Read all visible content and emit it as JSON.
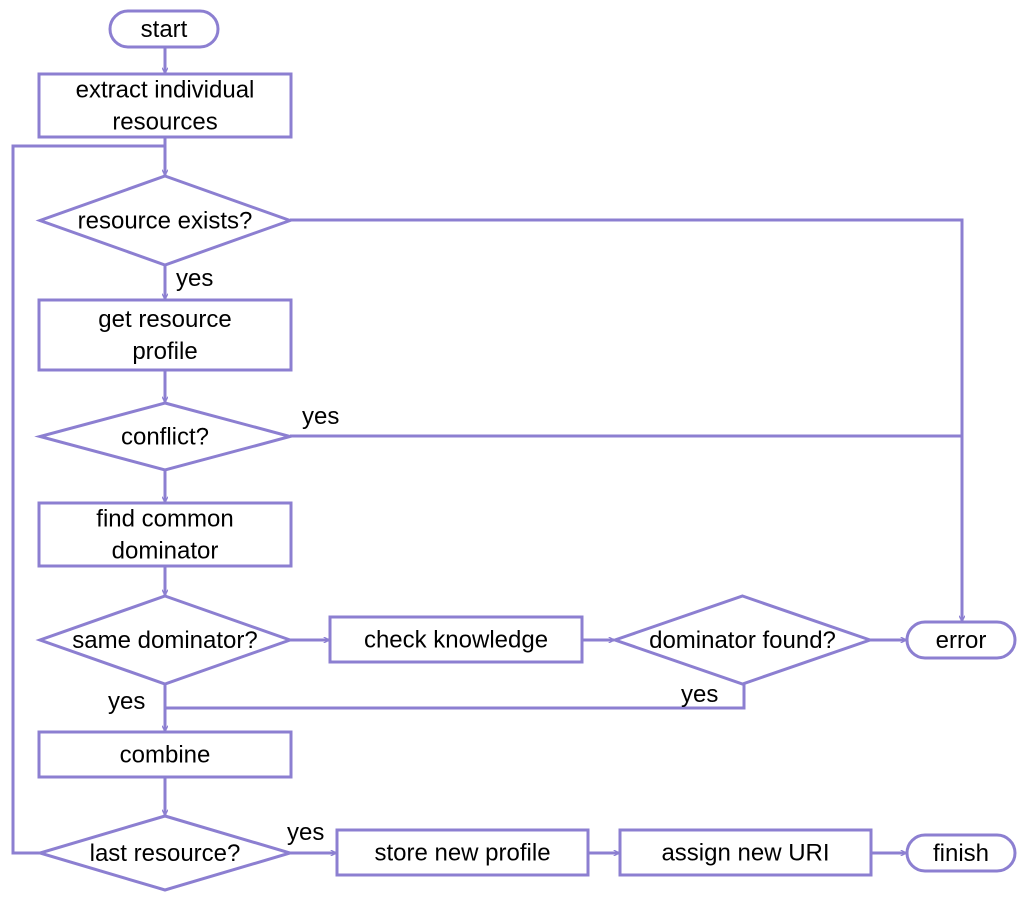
{
  "colors": {
    "stroke": "#8c7fd1",
    "text": "#000000",
    "background": "#ffffff"
  },
  "nodes": {
    "start": {
      "type": "terminal",
      "lines": [
        "start"
      ]
    },
    "extract": {
      "type": "process",
      "lines": [
        "extract individual",
        "resources"
      ]
    },
    "exists": {
      "type": "decision",
      "lines": [
        "resource exists?"
      ]
    },
    "get_profile": {
      "type": "process",
      "lines": [
        "get resource",
        "profile"
      ]
    },
    "conflict": {
      "type": "decision",
      "lines": [
        "conflict?"
      ]
    },
    "find_common": {
      "type": "process",
      "lines": [
        "find common",
        "dominator"
      ]
    },
    "same_dom": {
      "type": "decision",
      "lines": [
        "same dominator?"
      ]
    },
    "check_knowledge": {
      "type": "process",
      "lines": [
        "check knowledge"
      ]
    },
    "dom_found": {
      "type": "decision",
      "lines": [
        "dominator found?"
      ]
    },
    "error": {
      "type": "terminal",
      "lines": [
        "error"
      ]
    },
    "combine": {
      "type": "process",
      "lines": [
        "combine"
      ]
    },
    "last_res": {
      "type": "decision",
      "lines": [
        "last resource?"
      ]
    },
    "store": {
      "type": "process",
      "lines": [
        "store new profile"
      ]
    },
    "assign": {
      "type": "process",
      "lines": [
        "assign new URI"
      ]
    },
    "finish": {
      "type": "terminal",
      "lines": [
        "finish"
      ]
    }
  },
  "edge_labels": {
    "exists_yes": "yes",
    "conflict_yes": "yes",
    "same_dom_yes": "yes",
    "dom_found_yes": "yes",
    "last_res_yes": "yes"
  }
}
